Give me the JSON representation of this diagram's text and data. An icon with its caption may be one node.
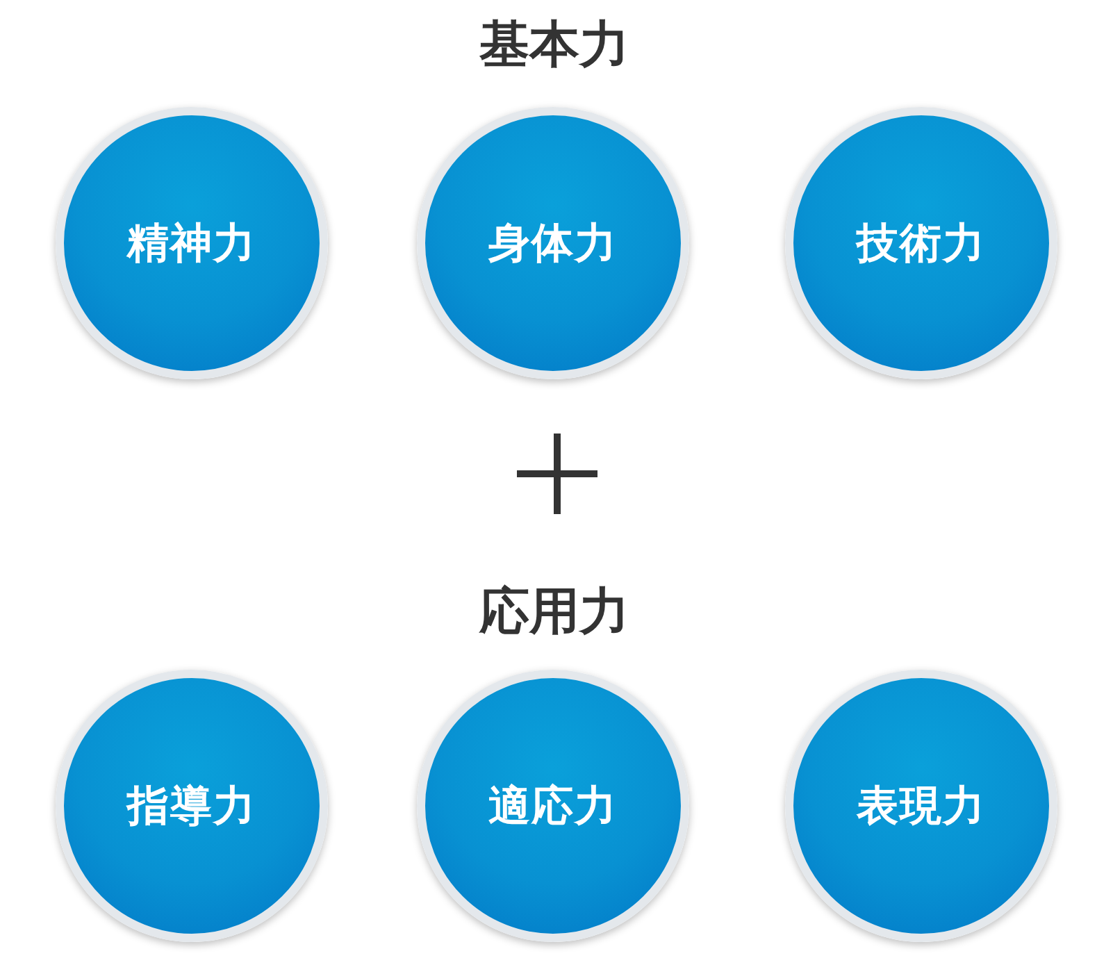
{
  "diagram": {
    "nodes": [
      {
        "text": [
          "精神力"
        ]
      },
      {
        "text": [
          "身体力"
        ]
      },
      {
        "text": [
          "技術力"
        ]
      },
      {
        "text": [
          "指導力"
        ]
      },
      {
        "text": [
          "適応力"
        ]
      },
      {
        "text": [
          "表現力"
        ]
      }
    ],
    "labels": [
      "基本力",
      "応用力"
    ]
  }
}
